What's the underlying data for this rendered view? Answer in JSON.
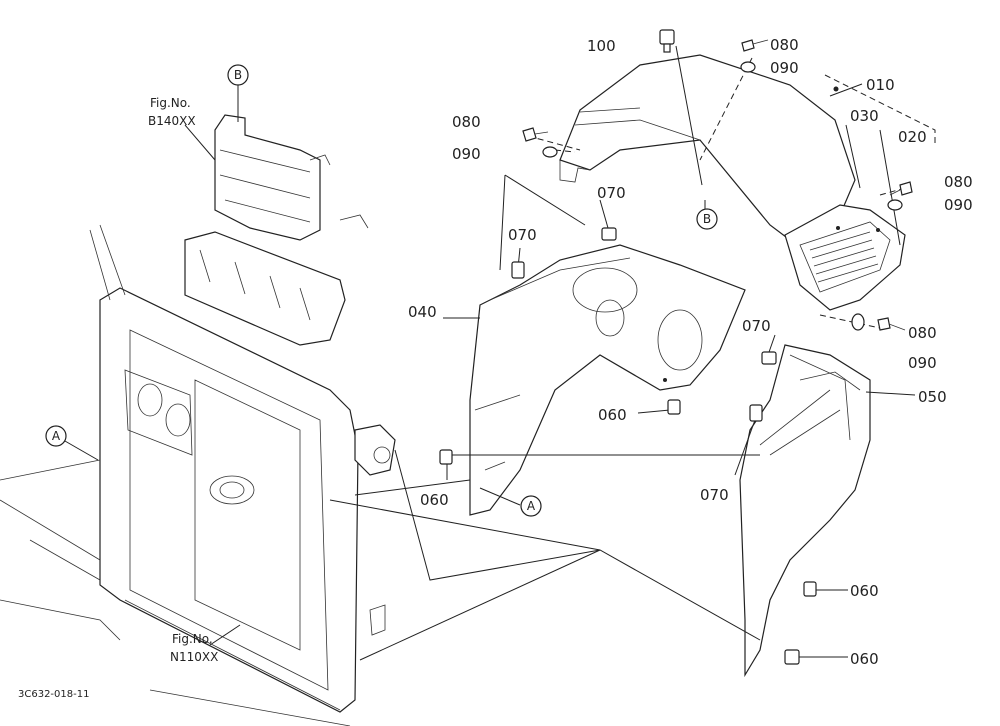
{
  "callouts": {
    "a": "A",
    "b": "B"
  },
  "fig_refs": {
    "top_caption": "Fig.No.",
    "top_number": "B140XX",
    "bottom_caption": "Fig.No.",
    "bottom_number": "N110XX"
  },
  "part_numbers": {
    "p010": "010",
    "p020": "020",
    "p030": "030",
    "p040": "040",
    "p050": "050",
    "p060": "060",
    "p070": "070",
    "p080": "080",
    "p090": "090",
    "p100": "100"
  },
  "drawing_id": "3C632-018-11"
}
